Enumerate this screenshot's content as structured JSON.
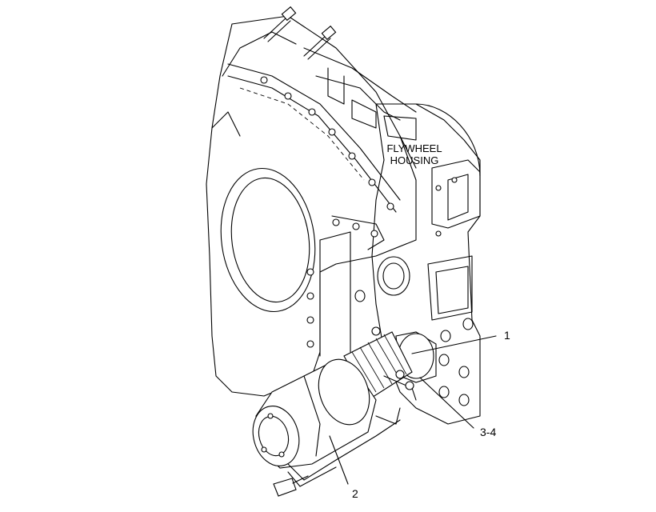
{
  "housing_label": {
    "line1": "FLYWHEEL",
    "line2": "HOUSING"
  },
  "callouts": [
    {
      "id": "1",
      "text": "1"
    },
    {
      "id": "3-4",
      "text": "3-4"
    },
    {
      "id": "2",
      "text": "2"
    }
  ]
}
